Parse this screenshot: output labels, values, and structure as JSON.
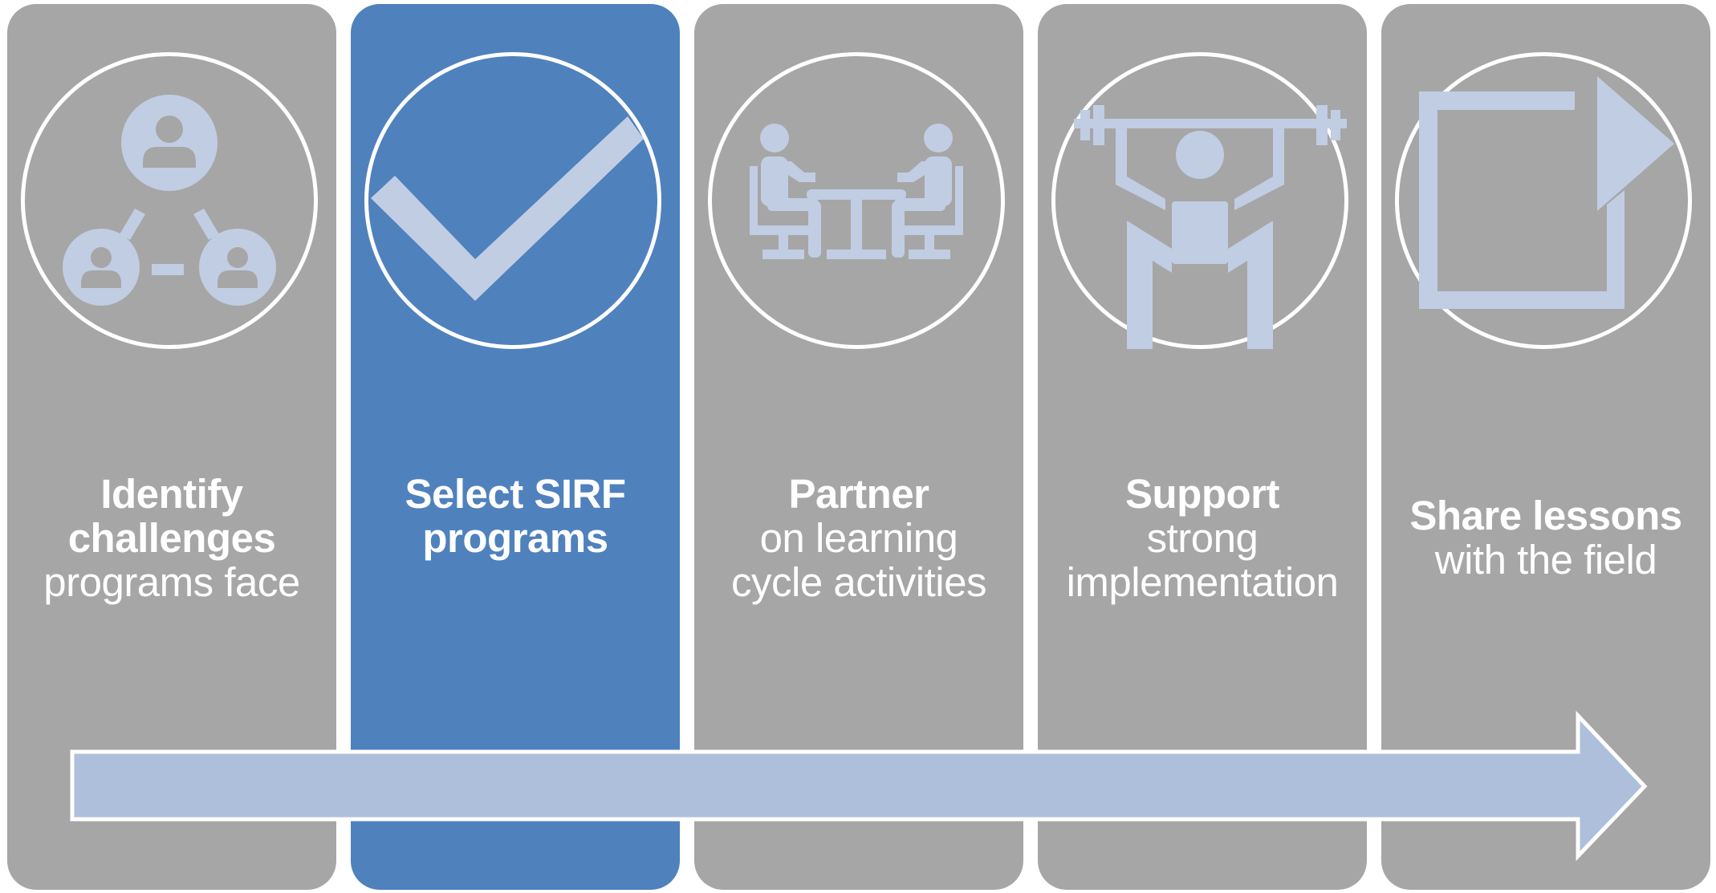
{
  "colors": {
    "panel_inactive": "#a6a6a6",
    "panel_active": "#4f81bd",
    "icon_fill": "#c1cde3",
    "arrow_fill": "#adbfda",
    "outline": "#ffffff"
  },
  "steps": [
    {
      "icon": "people-network-icon",
      "bold_lines": [
        "Identify",
        "challenges"
      ],
      "normal_lines": [
        "programs face"
      ],
      "active": false
    },
    {
      "icon": "checkmark-icon",
      "bold_lines": [
        "Select SIRF",
        "programs"
      ],
      "normal_lines": [],
      "active": true
    },
    {
      "icon": "meeting-table-icon",
      "bold_lines": [
        "Partner"
      ],
      "normal_lines": [
        "on learning",
        "cycle activities"
      ],
      "active": false
    },
    {
      "icon": "weightlifter-icon",
      "bold_lines": [
        "Support"
      ],
      "normal_lines": [
        "strong",
        "implementation"
      ],
      "active": false
    },
    {
      "icon": "share-arrow-icon",
      "bold_lines": [
        "Share lessons"
      ],
      "normal_lines": [
        "with the field"
      ],
      "active": false
    }
  ]
}
